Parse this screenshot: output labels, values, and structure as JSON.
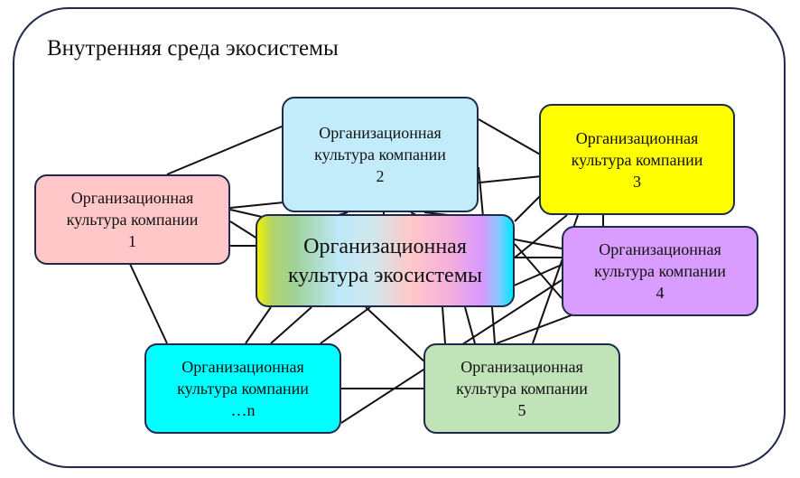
{
  "title": "Внутренняя среда экосистемы",
  "center": {
    "line1": "Организационная",
    "line2": "культура экосистемы",
    "gradient": [
      "#f0f000",
      "#9ed29a",
      "#bfe8f8",
      "#ffc8c8",
      "#d898ff",
      "#00e8ff"
    ]
  },
  "companies": [
    {
      "line1": "Организационная",
      "line2": "культура компании",
      "num": "1",
      "color": "#ffc7c7"
    },
    {
      "line1": "Организационная",
      "line2": "культура компании",
      "num": "2",
      "color": "#c3ecfb"
    },
    {
      "line1": "Организационная",
      "line2": "культура компании",
      "num": "3",
      "color": "#ffff00"
    },
    {
      "line1": "Организационная",
      "line2": "культура компании",
      "num": "4",
      "color": "#d99cff"
    },
    {
      "line1": "Организационная",
      "line2": "культура компании",
      "num": "5",
      "color": "#c0e3b8"
    },
    {
      "line1": "Организационная",
      "line2": "культура компании",
      "num": "…n",
      "color": "#00ffff"
    }
  ]
}
